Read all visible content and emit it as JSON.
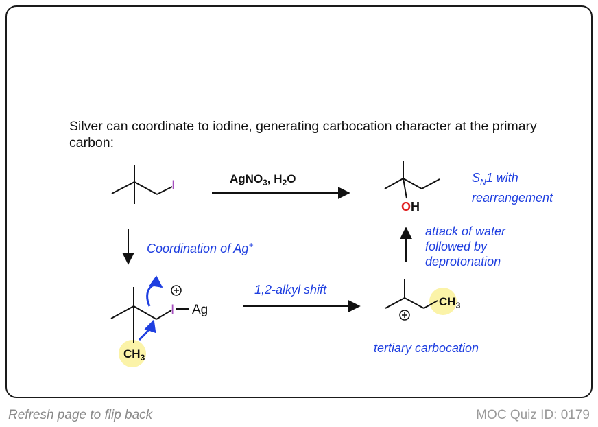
{
  "intro_text": "Silver can coordinate to iodine, generating carbocation character at the primary carbon:",
  "reaction": {
    "reagents_main": "AgNO",
    "reagents_sub3": "3",
    "reagents_sep": ", H",
    "reagents_sub2": "2",
    "reagents_o": "O",
    "iodine_label": "I",
    "silver_label": "Ag",
    "oh_o": "O",
    "oh_h": "H",
    "methyl_c": "CH",
    "methyl_sub": "3",
    "plus_symbol": "+"
  },
  "notes": {
    "sn1_s": "S",
    "sn1_n": "N",
    "sn1_rest": "1 with",
    "sn1_line2": "rearrangement",
    "coordination_text": "Coordination of Ag",
    "coordination_sup": "+",
    "alkyl_shift": "1,2-alkyl shift",
    "attack_lines": [
      "attack of water",
      "followed by",
      "deprotonation"
    ],
    "tertiary": "tertiary carbocation"
  },
  "footer": {
    "refresh": "Refresh page to flip back",
    "quiz_id": "MOC Quiz ID: 0179"
  },
  "colors": {
    "arrow_blue": "#1f3fe0",
    "iodine_purple": "#a64fbf",
    "oxygen_red": "#e02020",
    "highlight_yellow": "#fbf3a8"
  }
}
